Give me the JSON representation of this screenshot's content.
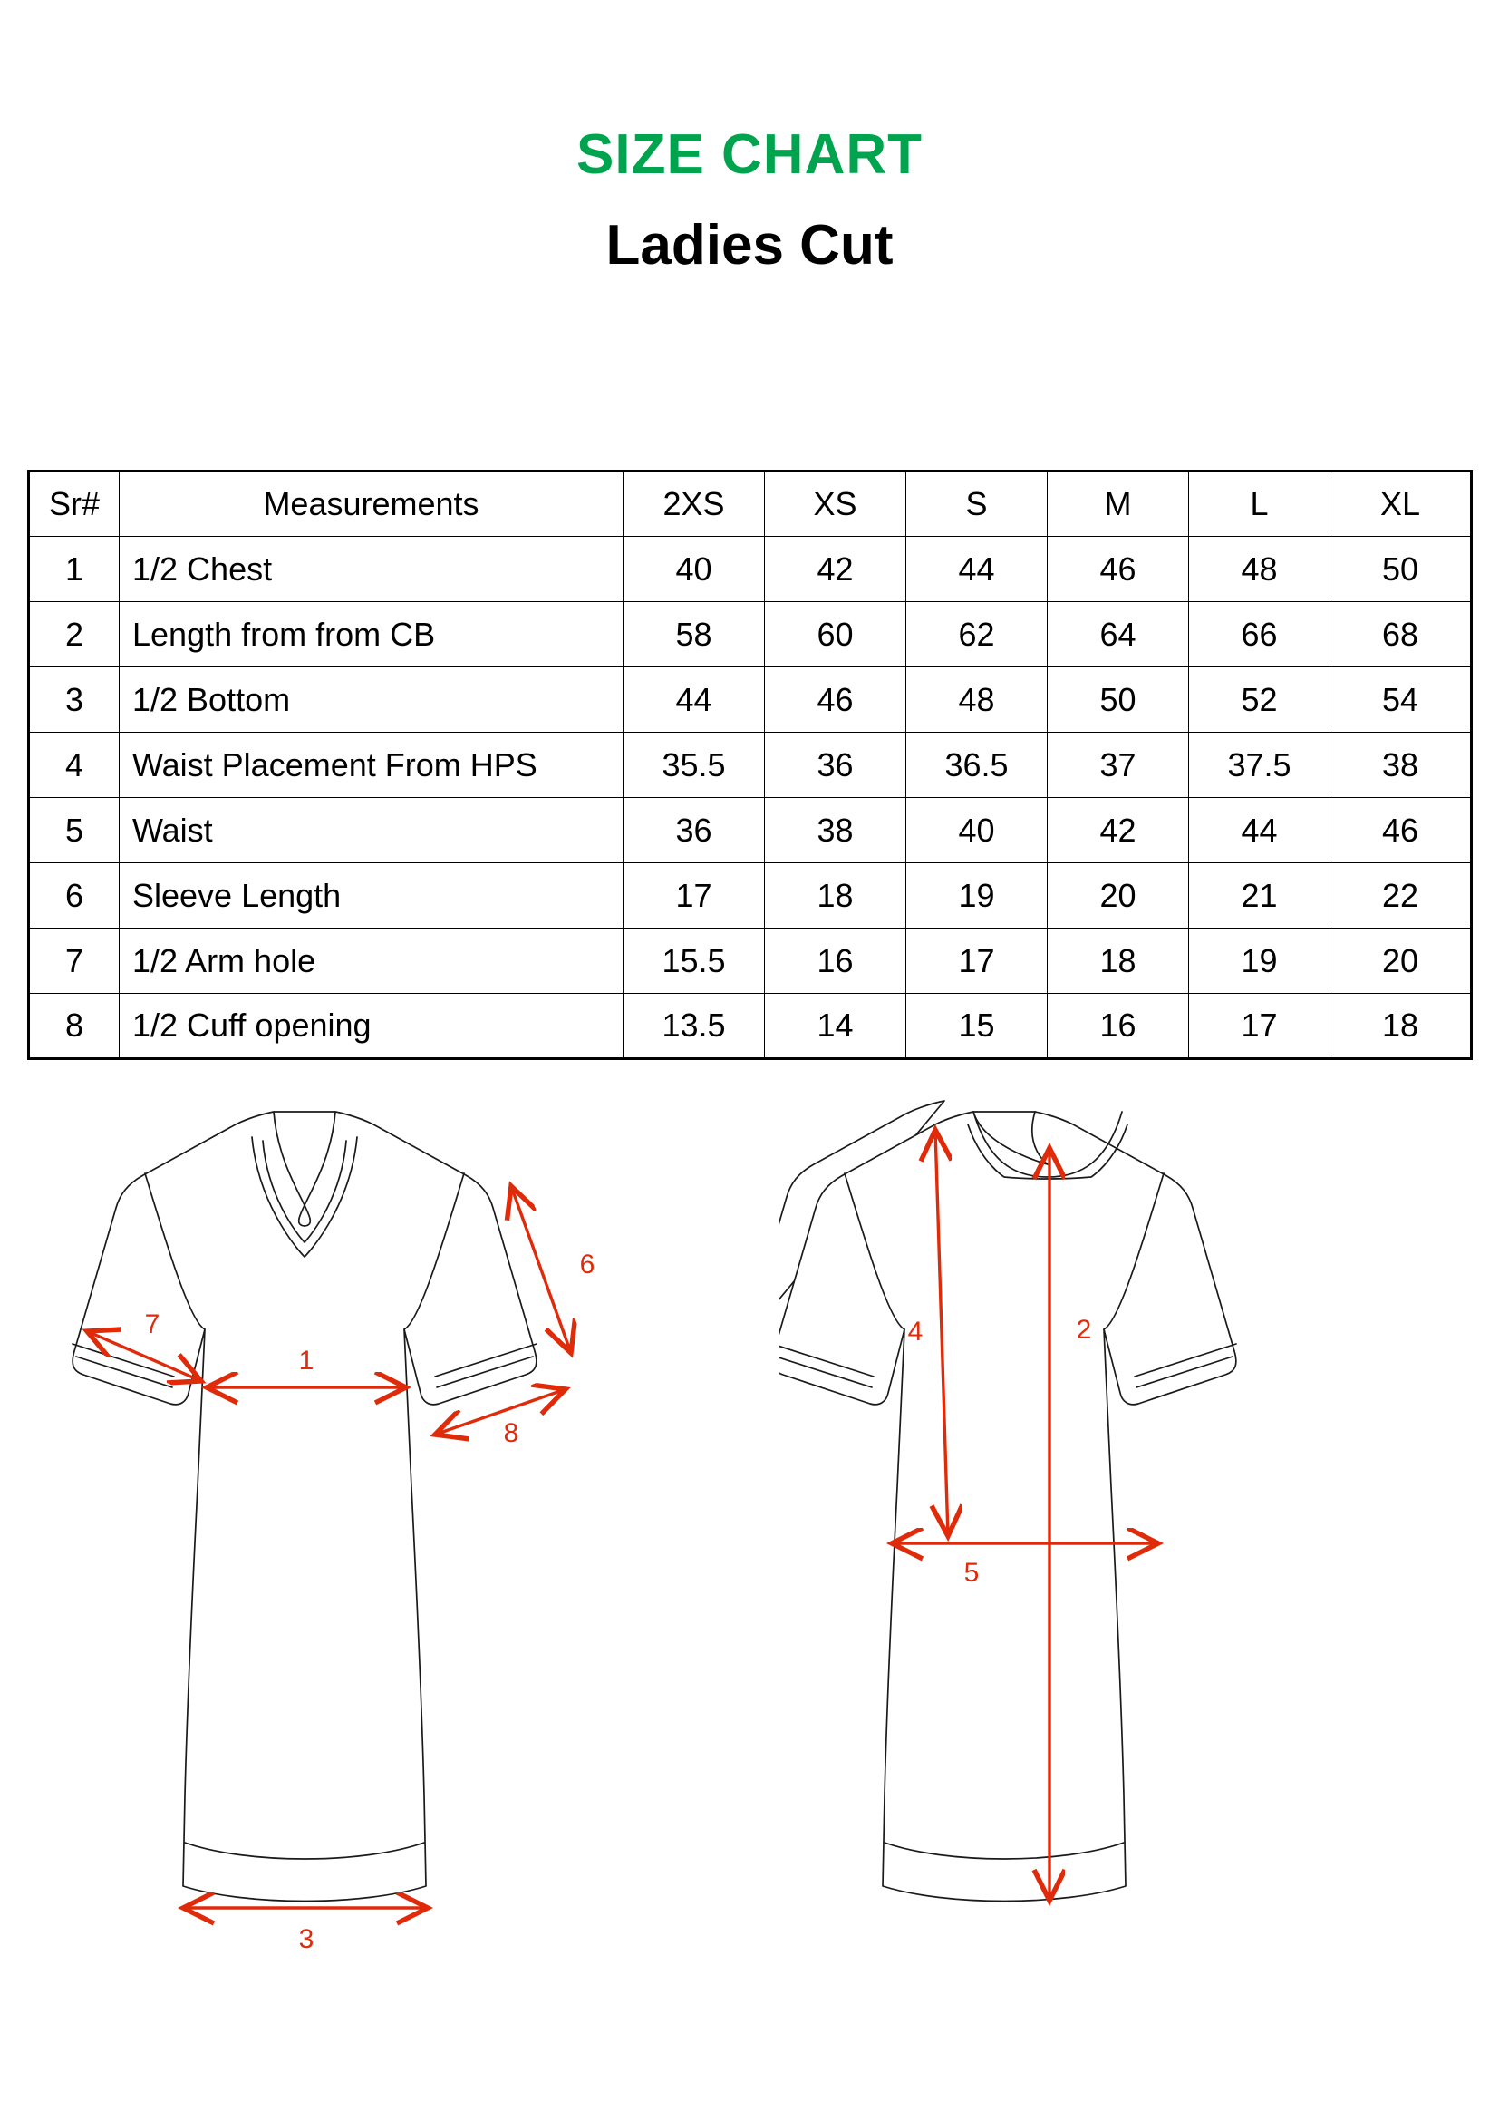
{
  "header": {
    "main_title": "SIZE CHART",
    "sub_title": "Ladies Cut",
    "title_color": "#00A44E",
    "sub_title_color": "#000000"
  },
  "table": {
    "columns": [
      "Sr#",
      "Measurements",
      "2XS",
      "XS",
      "S",
      "M",
      "L",
      "XL"
    ],
    "rows": [
      {
        "sr": "1",
        "measurement": "1/2 Chest",
        "values": [
          "40",
          "42",
          "44",
          "46",
          "48",
          "50"
        ]
      },
      {
        "sr": "2",
        "measurement": "Length from from CB",
        "values": [
          "58",
          "60",
          "62",
          "64",
          "66",
          "68"
        ]
      },
      {
        "sr": "3",
        "measurement": "1/2 Bottom",
        "values": [
          "44",
          "46",
          "48",
          "50",
          "52",
          "54"
        ]
      },
      {
        "sr": "4",
        "measurement": "Waist Placement From HPS",
        "values": [
          "35.5",
          "36",
          "36.5",
          "37",
          "37.5",
          "38"
        ]
      },
      {
        "sr": "5",
        "measurement": "Waist",
        "values": [
          "36",
          "38",
          "40",
          "42",
          "44",
          "46"
        ]
      },
      {
        "sr": "6",
        "measurement": "Sleeve Length",
        "values": [
          "17",
          "18",
          "19",
          "20",
          "21",
          "22"
        ]
      },
      {
        "sr": "7",
        "measurement": "1/2 Arm hole",
        "values": [
          "15.5",
          "16",
          "17",
          "18",
          "19",
          "20"
        ]
      },
      {
        "sr": "8",
        "measurement": "1/2 Cuff opening",
        "values": [
          "13.5",
          "14",
          "15",
          "16",
          "17",
          "18"
        ]
      }
    ]
  },
  "diagrams": {
    "arrow_color": "#E02B0A",
    "outline_color": "#1a1a1a",
    "front": {
      "view": "front",
      "callouts": [
        {
          "id": "1",
          "label": "1",
          "measurement": "1/2 Chest"
        },
        {
          "id": "6",
          "label": "6",
          "measurement": "Sleeve Length"
        },
        {
          "id": "7",
          "label": "7",
          "measurement": "1/2 Arm hole"
        },
        {
          "id": "8",
          "label": "8",
          "measurement": "1/2 Cuff opening"
        },
        {
          "id": "3",
          "label": "3",
          "measurement": "1/2 Bottom"
        }
      ]
    },
    "back": {
      "view": "back",
      "callouts": [
        {
          "id": "2",
          "label": "2",
          "measurement": "Length from from CB"
        },
        {
          "id": "4",
          "label": "4",
          "measurement": "Waist Placement From HPS"
        },
        {
          "id": "5",
          "label": "5",
          "measurement": "Waist"
        }
      ]
    }
  }
}
